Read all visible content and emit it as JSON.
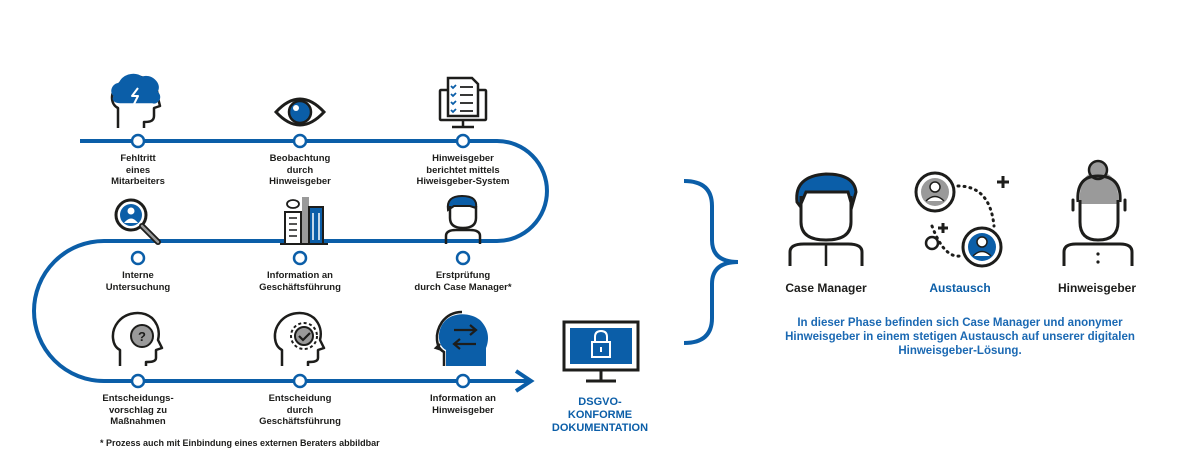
{
  "colors": {
    "blue": "#0b5ea8",
    "dark": "#1d1d1b",
    "grey": "#9a9a9a"
  },
  "steps": [
    {
      "label": "Fehltritt\neines\nMitarbeiters",
      "icon": "stormy-head-icon"
    },
    {
      "label": "Beobachtung\ndurch\nHinweisgeber",
      "icon": "eye-icon"
    },
    {
      "label": "Hinweisgeber\nberichtet mittels\nHiweisgeber-System",
      "icon": "monitor-checklist-icon"
    },
    {
      "label": "Interne\nUntersuchung",
      "icon": "magnifier-person-icon"
    },
    {
      "label": "Information an\nGeschäftsführung",
      "icon": "office-buildings-icon"
    },
    {
      "label": "Erstprüfung\ndurch Case Manager*",
      "icon": "case-manager-icon"
    },
    {
      "label": "Entscheidungs-\nvorschlag zu\nMaßnahmen",
      "icon": "question-head-icon"
    },
    {
      "label": "Entscheidung\ndurch\nGeschäftsführung",
      "icon": "decision-head-icon"
    },
    {
      "label": "Information an\nHinweisgeber",
      "icon": "exchange-head-icon"
    }
  ],
  "footnote": "* Prozess auch mit Einbindung eines externen Beraters abbildbar",
  "end_label": "DSGVO-\nKONFORME\nDOKUMENTATION",
  "phase": {
    "case_manager": "Case Manager",
    "exchange": "Austausch",
    "whistleblower": "Hinweisgeber",
    "summary": "In dieser Phase befinden sich Case Manager und anonymer Hinweisgeber in einem stetigen Austausch auf unserer digitalen Hinweisgeber-Lösung."
  }
}
